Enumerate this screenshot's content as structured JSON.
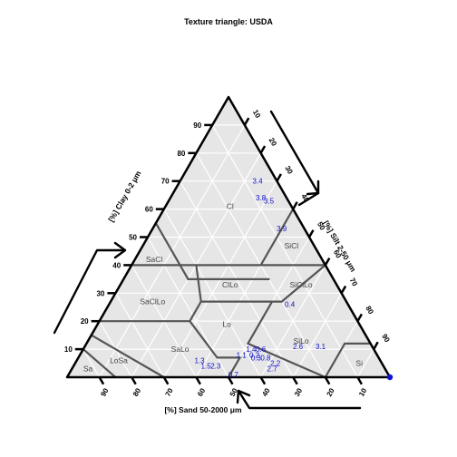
{
  "chart_data": {
    "type": "scatter",
    "title": "Texture triangle: USDA",
    "axis_labels": {
      "clay": "[%] Clay 0-2 μm",
      "silt": "[%] Silt 2-50 μm",
      "sand": "[%] Sand 50-2000 μm"
    },
    "ticks": {
      "clay": [
        "10",
        "20",
        "30",
        "40",
        "50",
        "60",
        "70",
        "80",
        "90"
      ],
      "silt": [
        "10",
        "20",
        "30",
        "40",
        "50",
        "60",
        "70",
        "80",
        "90"
      ],
      "sand": [
        "90",
        "80",
        "70",
        "60",
        "50",
        "40",
        "30",
        "20",
        "10"
      ]
    },
    "classes": [
      {
        "key": "Cl",
        "label": "Cl"
      },
      {
        "key": "SiCl",
        "label": "SiCl"
      },
      {
        "key": "SaCl",
        "label": "SaCl"
      },
      {
        "key": "SiClLo",
        "label": "SiClLo"
      },
      {
        "key": "ClLo",
        "label": "ClLo"
      },
      {
        "key": "SaClLo",
        "label": "SaClLo"
      },
      {
        "key": "Lo",
        "label": "Lo"
      },
      {
        "key": "SiLo",
        "label": "SiLo"
      },
      {
        "key": "SaLo",
        "label": "SaLo"
      },
      {
        "key": "Si",
        "label": "Si"
      },
      {
        "key": "LoSa",
        "label": "LoSa"
      },
      {
        "key": "Sa",
        "label": "Sa"
      }
    ],
    "points": [
      {
        "label": "3.4",
        "clay": 70,
        "silt": 24,
        "sand": 6
      },
      {
        "label": "3.8",
        "clay": 64,
        "silt": 28,
        "sand": 8
      },
      {
        "label": "3.5",
        "clay": 63,
        "silt": 31,
        "sand": 6
      },
      {
        "label": "3.9",
        "clay": 53,
        "silt": 40,
        "sand": 7
      },
      {
        "label": "0.4",
        "clay": 26,
        "silt": 56,
        "sand": 18
      },
      {
        "label": "1.4",
        "clay": 10,
        "silt": 52,
        "sand": 38
      },
      {
        "label": "0.6",
        "clay": 10,
        "silt": 55,
        "sand": 35
      },
      {
        "label": "1.1",
        "clay": 8,
        "silt": 50,
        "sand": 42
      },
      {
        "label": "0.2",
        "clay": 8,
        "silt": 54,
        "sand": 38
      },
      {
        "label": "0.3",
        "clay": 7,
        "silt": 55,
        "sand": 38
      },
      {
        "label": "0.8",
        "clay": 7,
        "silt": 58,
        "sand": 35
      },
      {
        "label": "2.6",
        "clay": 11,
        "silt": 66,
        "sand": 23
      },
      {
        "label": "3.1",
        "clay": 11,
        "silt": 73,
        "sand": 16
      },
      {
        "label": "1.3",
        "clay": 6,
        "silt": 38,
        "sand": 56
      },
      {
        "label": "2.2",
        "clay": 5,
        "silt": 62,
        "sand": 33
      },
      {
        "label": "1.5",
        "clay": 4,
        "silt": 41,
        "sand": 55
      },
      {
        "label": "2.3",
        "clay": 4,
        "silt": 44,
        "sand": 52
      },
      {
        "label": "2.7",
        "clay": 3,
        "silt": 62,
        "sand": 35
      },
      {
        "label": "0.7",
        "clay": 1,
        "silt": 51,
        "sand": 48
      },
      {
        "label": "",
        "clay": 0,
        "silt": 100,
        "sand": 0
      }
    ]
  }
}
